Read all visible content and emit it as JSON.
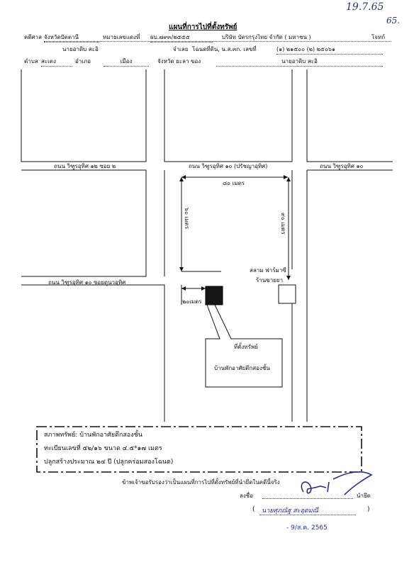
{
  "handwritten": {
    "date_top": "19.7.65",
    "mark_top": "65."
  },
  "header": {
    "title": "แผนที่การไปที่ตั้งทรัพย์",
    "row1": {
      "court_label": "คดีศาล",
      "court_value": "จังหวัดปัตตานี",
      "case_label": "หมายเลขแดงที่",
      "case_value": "ผบ.๗๙๓/๒๕๕๕",
      "plaintiff": "บริษัท บัตรกรุงไทย จำกัด ( มหาชน )",
      "plaintiff_label": "โจทก์"
    },
    "row2": {
      "defendant_name": "นายอาดิบ สะอิ",
      "defendant_label": "จำเลย",
      "deed_label": "โฉนดที่ดิน, น.ส.๓ก. เลขที่",
      "deed_value": "(๑) ๒๑๕๐๐ (๒) ๒๕๐๖๑"
    },
    "row3": {
      "tambon_label": "ตำบล",
      "tambon_value": "สะเตง",
      "amphoe_label": "อำเภอ",
      "amphoe_value": "เมือง",
      "province_label": "จังหวัด ยะลา ของ",
      "owner_value": "นายอาดิบ สะอิ"
    }
  },
  "map": {
    "road_top_left": "ถนน วิฑูรอุทิศ ๑๒ ซอย ๒",
    "road_top_mid": "ถนน วิฑูรอุทิศ ๑๐ (ปรัชญาอุทิศ)",
    "road_top_right": "ถนน วิฑูรอุทิศ ๑๐",
    "road_mid_left": "ถนน วิฑูรอุทิศ ๑๐ ซอยดูนวอุทิศ",
    "dist_80": "๘๐ เมตร",
    "dist_60": "๖๐ เมตร",
    "dist_90": "๙๐ เมตร",
    "dist_20": "๒๐เมตร",
    "landmark_1": "สลาม ฟาร์มาซี",
    "landmark_2": "ร้านขายยา",
    "callout_line1": "ที่ตั้งทรัพย์",
    "callout_line2": "บ้านพักอาศัยตึกสองชั้น"
  },
  "property_box": {
    "line1": "สภาพทรัพย์: บ้านพักอาศัยตึกสองชั้น",
    "line2": "ทะเบียนเลขที่ ๕๒/๑๖ ขนาด ๔.๕*๑๗ เมตร",
    "line3": "ปลูกสร้างประมาณ ๒๔ ปี (ปลูกคร่อมสองโฉนด)"
  },
  "certification": {
    "statement": "ข้าพเจ้าขอรับรองว่าเป็นแผนที่การไปที่ตั้งทรัพย์ที่นำยึดในคดีนี้จริง",
    "sign_label": "ลงชื่อ",
    "role_label": "นำยึด",
    "open_paren": "(",
    "signer_name": "นายศุภณัฐ สะอุดมณี",
    "close_paren": ")",
    "sign_date": "- 9/ส.ค. 2565"
  }
}
